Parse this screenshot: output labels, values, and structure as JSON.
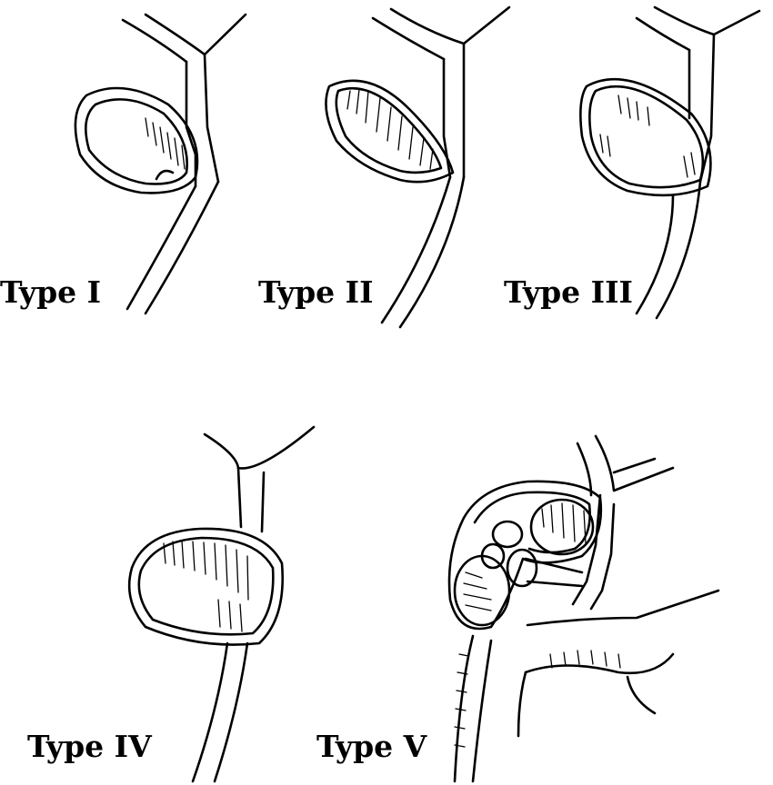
{
  "labels": {
    "type1": "Type I",
    "type2": "Type II",
    "type3": "Type III",
    "type4": "Type IV",
    "type5": "Type V"
  },
  "colors": {
    "ink": "#000000",
    "paper": "#ffffff"
  }
}
